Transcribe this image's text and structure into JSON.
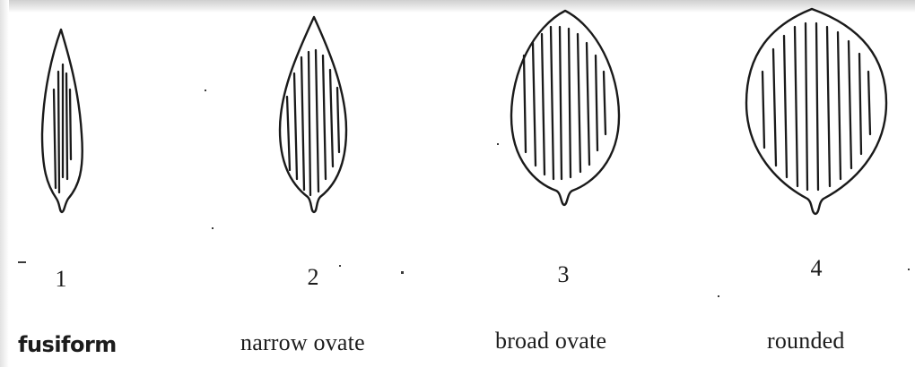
{
  "shapes": [
    {
      "number": "1",
      "name": "fusiform"
    },
    {
      "number": "2",
      "name": "narrow ovate"
    },
    {
      "number": "3",
      "name": "broad ovate"
    },
    {
      "number": "4",
      "name": "rounded"
    }
  ]
}
